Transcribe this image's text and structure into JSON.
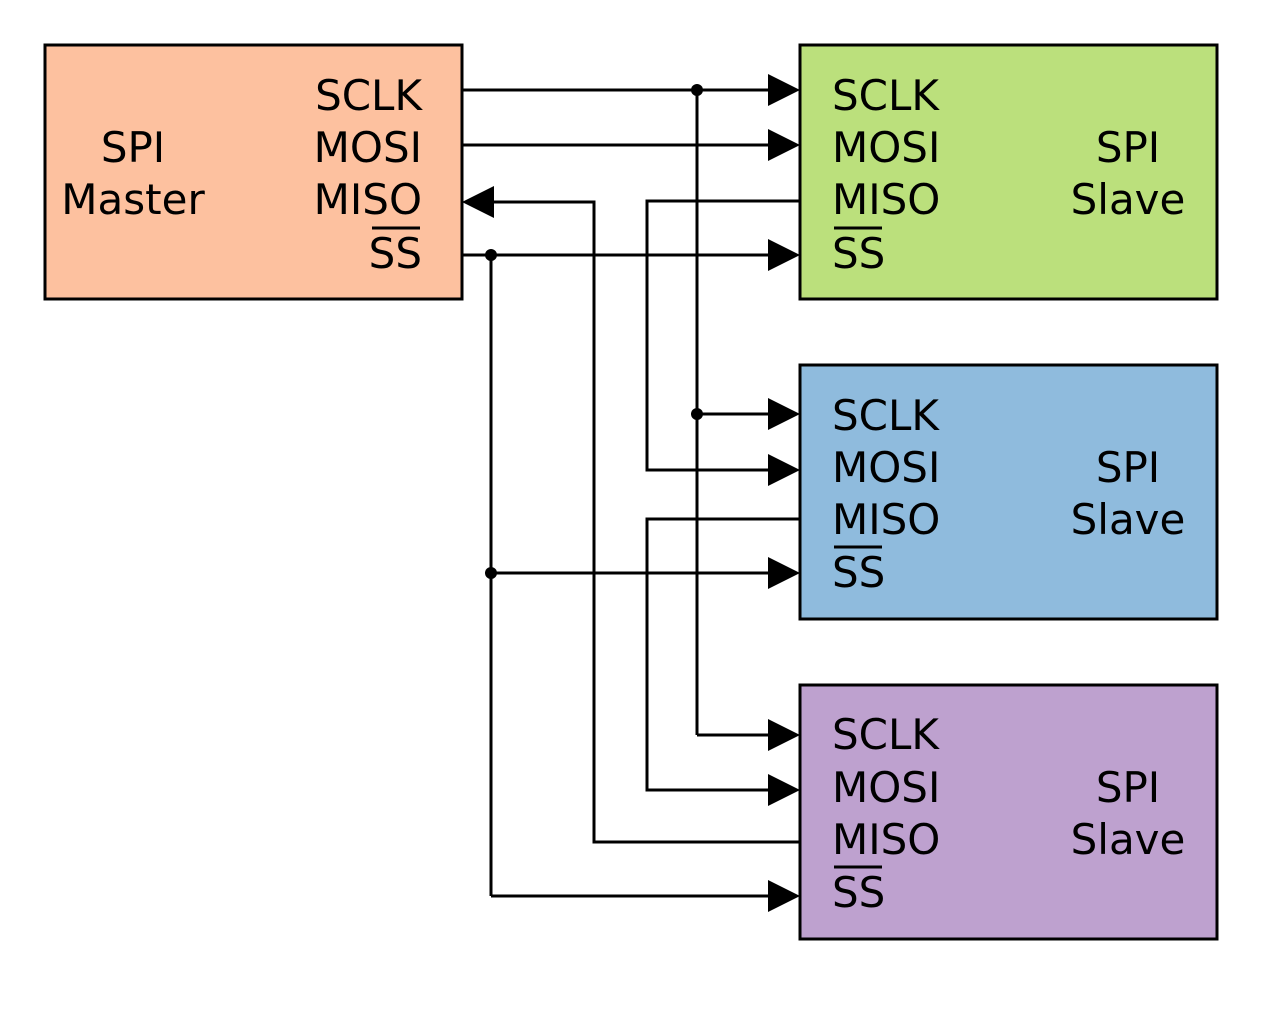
{
  "colors": {
    "master": "#FDC19F",
    "slave_1": "#BBE07C",
    "slave_2": "#8FBBDD",
    "slave_3": "#BEA1CF",
    "line": "#000000"
  },
  "master": {
    "title_line1": "SPI",
    "title_line2": "Master",
    "pins": {
      "sclk": "SCLK",
      "mosi": "MOSI",
      "miso": "MISO",
      "ss": "SS"
    }
  },
  "slaves": [
    {
      "title_line1": "SPI",
      "title_line2": "Slave",
      "pins": {
        "sclk": "SCLK",
        "mosi": "MOSI",
        "miso": "MISO",
        "ss": "SS"
      }
    },
    {
      "title_line1": "SPI",
      "title_line2": "Slave",
      "pins": {
        "sclk": "SCLK",
        "mosi": "MOSI",
        "miso": "MISO",
        "ss": "SS"
      }
    },
    {
      "title_line1": "SPI",
      "title_line2": "Slave",
      "pins": {
        "sclk": "SCLK",
        "mosi": "MOSI",
        "miso": "MISO",
        "ss": "SS"
      }
    }
  ]
}
